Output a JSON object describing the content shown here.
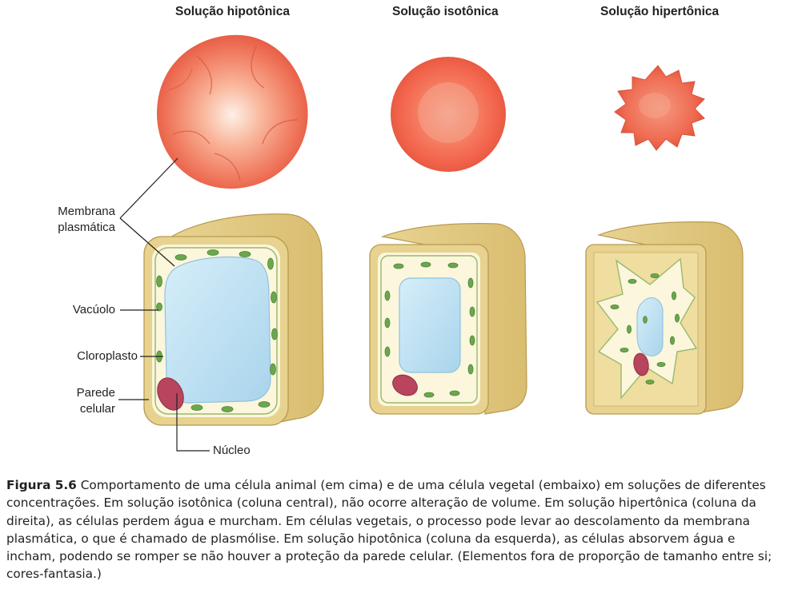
{
  "columns": {
    "hypotonic": "Solução hipotônica",
    "isotonic": "Solução isotônica",
    "hypertonic": "Solução hipertônica"
  },
  "labels": {
    "membrane_line1": "Membrana",
    "membrane_line2": "plasmática",
    "vacuole": "Vacúolo",
    "chloroplast": "Cloroplasto",
    "wall_line1": "Parede",
    "wall_line2": "celular",
    "nucleus": "Núcleo"
  },
  "caption": {
    "figure_label": "Figura 5.6",
    "text": "Comportamento de uma célula animal (em cima) e de uma célula vegetal (embaixo) em soluções de diferentes concentrações. Em solução isotônica (coluna central), não ocorre alteração de volume. Em solução hipertônica (coluna da direita), as células perdem água e murcham. Em células vegetais, o processo pode levar ao descolamento da membrana plasmática, o que é chamado de plasmólise. Em solução hipotônica (coluna da esquerda), as células absorvem água e incham, podendo se romper se não houver a proteção da parede celular. (Elementos fora de proporção de tamanho entre si; cores-fantasia.)"
  },
  "colors": {
    "red_cell": "#f0715a",
    "cell_wall": "#e6cf8e",
    "cytoplasm": "#fbf5d7",
    "vacuole": "#bfe1f2",
    "chloroplast": "#6aa74e",
    "nucleus": "#b8445e"
  }
}
